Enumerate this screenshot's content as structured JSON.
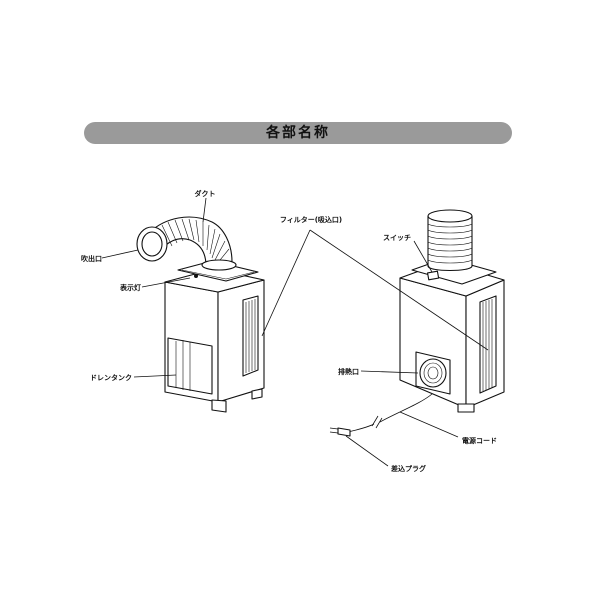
{
  "title": "各部名称",
  "labels": {
    "duct": "ダクト",
    "outlet": "吹出口",
    "indicator": "表示灯",
    "drain_tank": "ドレンタンク",
    "filter": "フィルター(吸込口)",
    "switch": "スイッチ",
    "exhaust": "排熱口",
    "power_cord": "電源コード",
    "plug": "差込プラグ"
  }
}
